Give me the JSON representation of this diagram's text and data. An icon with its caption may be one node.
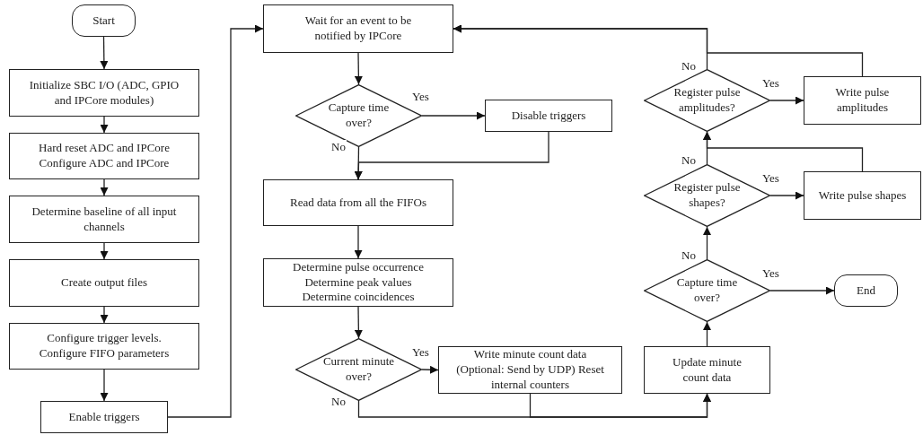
{
  "diagram": {
    "nodes": [
      {
        "text": [
          "Start"
        ]
      },
      {
        "text": [
          "Initialize SBC I/O (ADC, GPIO and IPCore modules)"
        ]
      },
      {
        "text": [
          "Hard reset ADC and IPCore Configure ADC and IPCore"
        ]
      },
      {
        "text": [
          "Determine baseline of all input channels"
        ]
      },
      {
        "text": [
          "Create output files"
        ]
      },
      {
        "text": [
          "Configure trigger levels. Configure FIFO parameters"
        ]
      },
      {
        "text": [
          "Enable triggers"
        ]
      },
      {
        "text": [
          "Wait for an event to be notified by IPCore"
        ]
      },
      {
        "text": [
          "Capture time over?"
        ]
      },
      {
        "text": [
          "Disable triggers"
        ]
      },
      {
        "text": [
          "Read data from all the FIFOs"
        ]
      },
      {
        "text": [
          "Determine pulse occurrence Determine peak values Determine coincidences"
        ]
      },
      {
        "text": [
          "Current minute over?"
        ]
      },
      {
        "text": [
          "Write minute count data (Optional: Send by UDP) Reset internal counters"
        ]
      },
      {
        "text": [
          "Update minute count data"
        ]
      },
      {
        "text": [
          "Capture time over?"
        ]
      },
      {
        "text": [
          "End"
        ]
      },
      {
        "text": [
          "Register pulse shapes?"
        ]
      },
      {
        "text": [
          "Write pulse shapes"
        ]
      },
      {
        "text": [
          "Register pulse amplitudes?"
        ]
      },
      {
        "text": [
          "Write pulse amplitudes"
        ]
      }
    ],
    "edges": [
      {
        "from": 0,
        "to": 1,
        "arrow": "to"
      },
      {
        "from": 1,
        "to": 2,
        "arrow": "to"
      },
      {
        "from": 2,
        "to": 3,
        "arrow": "to"
      },
      {
        "from": 3,
        "to": 4,
        "arrow": "to"
      },
      {
        "from": 4,
        "to": 5,
        "arrow": "to"
      },
      {
        "from": 5,
        "to": 6,
        "arrow": "to"
      },
      {
        "from": 6,
        "to": 7,
        "arrow": "to"
      },
      {
        "from": 7,
        "to": 8,
        "arrow": "to"
      },
      {
        "from": 8,
        "to": 9,
        "arrow": "to",
        "label": "Yes"
      },
      {
        "from": 8,
        "to": 10,
        "arrow": "to",
        "label": "No"
      },
      {
        "from": 9,
        "to": 10,
        "arrow": "to"
      },
      {
        "from": 10,
        "to": 11,
        "arrow": "to"
      },
      {
        "from": 11,
        "to": 12,
        "arrow": "to"
      },
      {
        "from": 12,
        "to": 13,
        "arrow": "to",
        "label": "Yes"
      },
      {
        "from": 12,
        "to": 14,
        "arrow": "to",
        "label": "No"
      },
      {
        "from": 13,
        "to": 14,
        "arrow": "to"
      },
      {
        "from": 14,
        "to": 15,
        "arrow": "to"
      },
      {
        "from": 15,
        "to": 16,
        "arrow": "to",
        "label": "Yes"
      },
      {
        "from": 15,
        "to": 17,
        "arrow": "to",
        "label": "No"
      },
      {
        "from": 17,
        "to": 18,
        "arrow": "to",
        "label": "Yes"
      },
      {
        "from": 17,
        "to": 19,
        "arrow": "to",
        "label": "No"
      },
      {
        "from": 18,
        "to": 19,
        "arrow": "to"
      },
      {
        "from": 19,
        "to": 20,
        "arrow": "to",
        "label": "Yes"
      },
      {
        "from": 19,
        "to": 7,
        "arrow": "to",
        "label": "No"
      },
      {
        "from": 20,
        "to": 7,
        "arrow": "to"
      }
    ]
  }
}
